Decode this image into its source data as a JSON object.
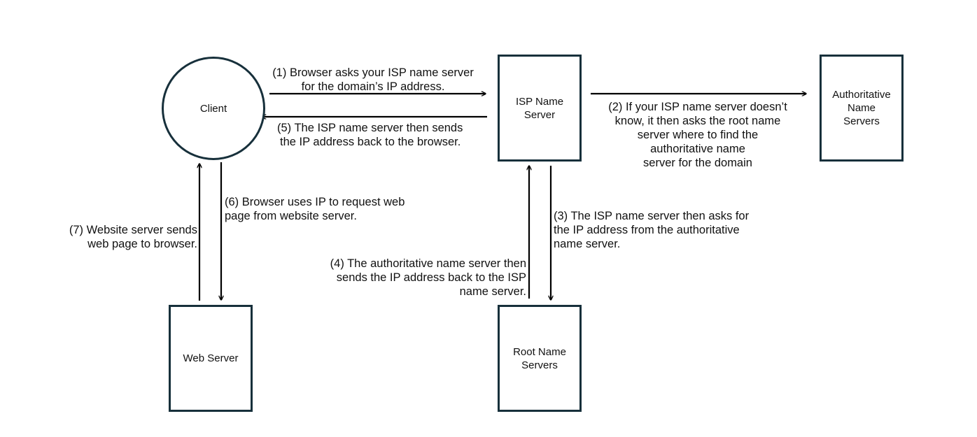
{
  "nodes": {
    "client": "Client",
    "isp_line1": "ISP Name",
    "isp_line2": "Server",
    "auth_line1": "Authoritative",
    "auth_line2": "Name",
    "auth_line3": "Servers",
    "web": "Web Server",
    "root_line1": "Root Name",
    "root_line2": "Servers"
  },
  "steps": {
    "s1": [
      "(1) Browser asks your ISP name server",
      "for the domain’s IP address."
    ],
    "s2": [
      "(2) If your ISP name server doesn’t",
      "know, it then asks the root name",
      "server where to find the",
      "authoritative name",
      "server for the domain"
    ],
    "s3": [
      "(3) The ISP name server then asks for",
      "the IP address from the authoritative",
      "name server."
    ],
    "s4": [
      "(4) The authoritative name server then",
      "sends the IP address back to the ISP",
      "name server."
    ],
    "s5": [
      "(5) The ISP name server then sends",
      "the IP address back to the browser."
    ],
    "s6": [
      "(6) Browser uses IP to request web",
      "page from website server."
    ],
    "s7": [
      "(7) Website server sends",
      "web page to browser."
    ]
  },
  "colors": {
    "node_border": "#17303b",
    "arrow": "#000000",
    "text": "#111111"
  }
}
